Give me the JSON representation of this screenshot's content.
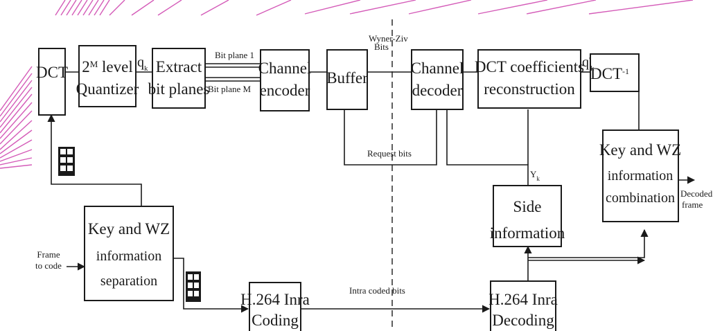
{
  "blocks": {
    "dct": "DCT",
    "quantizer": {
      "line1_base": "2",
      "line1_sup": "M",
      "line1_rest": " level",
      "line2": "Quantizer"
    },
    "extract": {
      "line1": "Extract",
      "line2": "bit planes"
    },
    "channel_encoder": {
      "line1": "Channel",
      "line2": "encoder"
    },
    "buffer": "Buffer",
    "channel_decoder": {
      "line1": "Channel",
      "line2": "decoder"
    },
    "dct_reconstruction": {
      "line1": "DCT coefficients",
      "line2": "reconstruction"
    },
    "idct": {
      "base": "DCT",
      "sup": "-1"
    },
    "key_wz_combination": {
      "line1": "Key and WZ",
      "line2": "information",
      "line3": "combination"
    },
    "key_wz_separation": {
      "line1": "Key and WZ",
      "line2": "information",
      "line3": "separation"
    },
    "side_information": {
      "line1": "Side",
      "line2": "information"
    },
    "h264_coding": {
      "line1": "H.264 Inra",
      "line2": "Coding"
    },
    "h264_decoding": {
      "line1": "H.264 Inra",
      "line2": "Decoding"
    }
  },
  "labels": {
    "qk": {
      "base": "q",
      "sub": "k"
    },
    "qk_rec": {
      "base": "q",
      "sup": "'",
      "sub": "k"
    },
    "bit_plane_1": "Bit plane 1",
    "bit_plane_m": "Bit plane M",
    "wyner_ziv_1": "Wyner-Ziv",
    "wyner_ziv_2": "Bits",
    "request_bits": "Request bits",
    "yk": {
      "base": "Y",
      "sub": "k"
    },
    "frame_to_code_1": "Frame",
    "frame_to_code_2": "to code",
    "decoded_frame_1": "Decoded",
    "decoded_frame_2": "frame",
    "intra_coded_bits": "Intra coded bits"
  },
  "colors": {
    "decoration": "#d45bb8",
    "ink": "#1a1a1a"
  }
}
